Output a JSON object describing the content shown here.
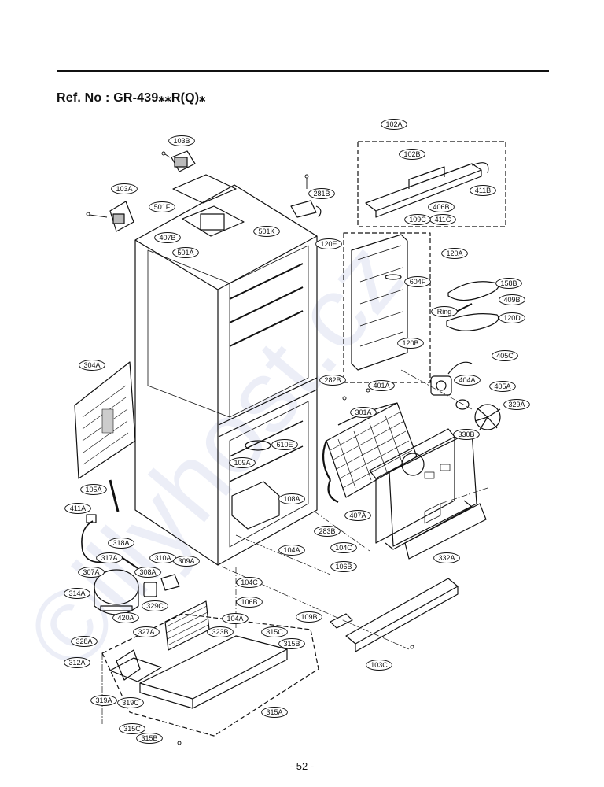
{
  "header": {
    "ref_title": "Ref. No : GR-439⁎⁎R(Q)⁎"
  },
  "footer": {
    "page_number": "- 52 -"
  },
  "watermark": {
    "text": "©illyhost.cz"
  },
  "callouts": [
    {
      "id": "102A",
      "label": "102A"
    },
    {
      "id": "102B",
      "label": "102B"
    },
    {
      "id": "411B",
      "label": "411B"
    },
    {
      "id": "406B",
      "label": "406B"
    },
    {
      "id": "411C",
      "label": "411C"
    },
    {
      "id": "109C",
      "label": "109C"
    },
    {
      "id": "103B",
      "label": "103B"
    },
    {
      "id": "103A",
      "label": "103A"
    },
    {
      "id": "281B",
      "label": "281B"
    },
    {
      "id": "501F",
      "label": "501F"
    },
    {
      "id": "501K",
      "label": "501K"
    },
    {
      "id": "407B",
      "label": "407B"
    },
    {
      "id": "501A",
      "label": "501A"
    },
    {
      "id": "120E",
      "label": "120E"
    },
    {
      "id": "120A",
      "label": "120A"
    },
    {
      "id": "604F",
      "label": "604F"
    },
    {
      "id": "158B",
      "label": "158B"
    },
    {
      "id": "409B",
      "label": "409B"
    },
    {
      "id": "Ring",
      "label": "Ring"
    },
    {
      "id": "120D",
      "label": "120D"
    },
    {
      "id": "120B",
      "label": "120B"
    },
    {
      "id": "304A",
      "label": "304A"
    },
    {
      "id": "405C",
      "label": "405C"
    },
    {
      "id": "282B",
      "label": "282B"
    },
    {
      "id": "401A",
      "label": "401A"
    },
    {
      "id": "404A",
      "label": "404A"
    },
    {
      "id": "405A",
      "label": "405A"
    },
    {
      "id": "301A",
      "label": "301A"
    },
    {
      "id": "329A",
      "label": "329A"
    },
    {
      "id": "330B",
      "label": "330B"
    },
    {
      "id": "610E",
      "label": "610E"
    },
    {
      "id": "109A",
      "label": "109A"
    },
    {
      "id": "105A",
      "label": "105A"
    },
    {
      "id": "108A",
      "label": "108A"
    },
    {
      "id": "411A",
      "label": "411A"
    },
    {
      "id": "407A",
      "label": "407A"
    },
    {
      "id": "283B",
      "label": "283B"
    },
    {
      "id": "318A",
      "label": "318A"
    },
    {
      "id": "104A",
      "label": "104A"
    },
    {
      "id": "104C_r",
      "label": "104C"
    },
    {
      "id": "332A",
      "label": "332A"
    },
    {
      "id": "317A",
      "label": "317A"
    },
    {
      "id": "310A",
      "label": "310A"
    },
    {
      "id": "309A",
      "label": "309A"
    },
    {
      "id": "106B_r",
      "label": "106B"
    },
    {
      "id": "307A",
      "label": "307A"
    },
    {
      "id": "308A",
      "label": "308A"
    },
    {
      "id": "104C_l",
      "label": "104C"
    },
    {
      "id": "314A",
      "label": "314A"
    },
    {
      "id": "329C",
      "label": "329C"
    },
    {
      "id": "106B_l",
      "label": "106B"
    },
    {
      "id": "420A",
      "label": "420A"
    },
    {
      "id": "104A_l",
      "label": "104A"
    },
    {
      "id": "109B",
      "label": "109B"
    },
    {
      "id": "327A",
      "label": "327A"
    },
    {
      "id": "323B",
      "label": "323B"
    },
    {
      "id": "315C",
      "label": "315C"
    },
    {
      "id": "328A",
      "label": "328A"
    },
    {
      "id": "315B_t",
      "label": "315B"
    },
    {
      "id": "103C",
      "label": "103C"
    },
    {
      "id": "312A",
      "label": "312A"
    },
    {
      "id": "319A",
      "label": "319A"
    },
    {
      "id": "319C",
      "label": "319C"
    },
    {
      "id": "315A",
      "label": "315A"
    },
    {
      "id": "315C_b",
      "label": "315C"
    },
    {
      "id": "315B_b",
      "label": "315B"
    }
  ]
}
